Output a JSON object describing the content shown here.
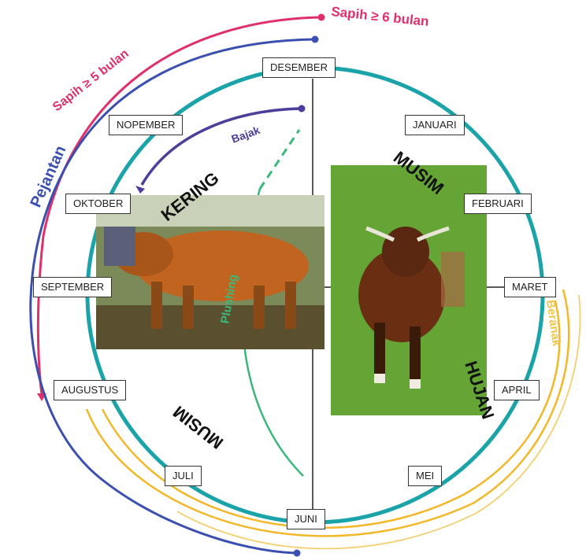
{
  "months": {
    "desember": "DESEMBER",
    "januari": "JANUARI",
    "februari": "FEBRUARI",
    "maret": "MARET",
    "april": "APRIL",
    "mei": "MEI",
    "juni": "JUNI",
    "juli": "JULI",
    "agustus": "AUGUSTUS",
    "september": "SEPTEMBER",
    "oktober": "OKTOBER",
    "nopember": "NOPEMBER"
  },
  "seasons": {
    "dry_musim": "MUSIM",
    "dry_kering": "KERING",
    "wet_musim": "MUSIM",
    "wet_hujan": "HUJAN"
  },
  "arcs": {
    "sapih6": "Sapih ≥ 6 bulan",
    "sapih5": "Sapih ≥ 5 bulan",
    "pejantan": "Pejantan",
    "bajak": "Bajak",
    "plushing": "Plushing",
    "beranak": "Beranak"
  },
  "colors": {
    "circle": "#1aa3a9",
    "sapih": "#e0306a",
    "pejantan": "#3b4fb0",
    "bajak": "#4a3f9a",
    "plushing": "#3ab87a",
    "beranak": "#f2b829"
  }
}
